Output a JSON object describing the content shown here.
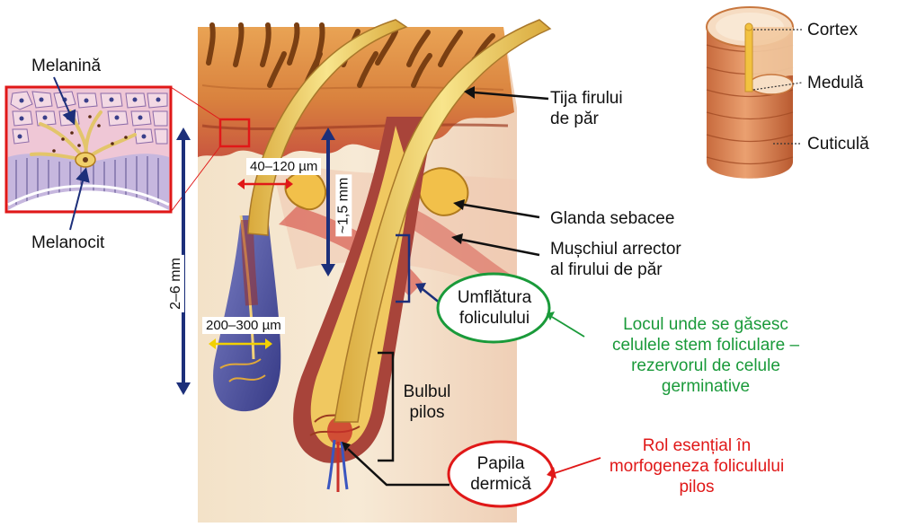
{
  "labels": {
    "melanina": "Melanină",
    "melanocit": "Melanocit",
    "tija": [
      "Tija firului",
      "de păr"
    ],
    "glanda": "Glanda sebacee",
    "muschi": [
      "Mușchiul arrector",
      "al firului de păr"
    ],
    "umflatura": [
      "Umflătura",
      "foliculului"
    ],
    "bulbul": [
      "Bulbul",
      "pilos"
    ],
    "papila": [
      "Papila",
      "dermică"
    ],
    "cortex": "Cortex",
    "medula": "Medulă",
    "cuticula": "Cuticulă"
  },
  "notes": {
    "stem": [
      "Locul unde se găsesc",
      "celulele stem foliculare –",
      "rezervorul de celule",
      "germinative"
    ],
    "morpho": [
      "Rol esențial în",
      "morfogeneza foliculului",
      "pilos"
    ]
  },
  "measures": {
    "width_hair": "40–120 µm",
    "depth_1": "~1,5 mm",
    "depth_2": "2–6 mm",
    "bulb_width": "200–300 µm"
  },
  "colors": {
    "navy": "#1c2f7a",
    "green": "#1a9a3a",
    "red": "#e01818",
    "yellow": "#f2d000",
    "hair": "#f3d36a",
    "skin": "#e6a35a",
    "dermis": "#c9563f",
    "purple": "#4a4f9e"
  }
}
